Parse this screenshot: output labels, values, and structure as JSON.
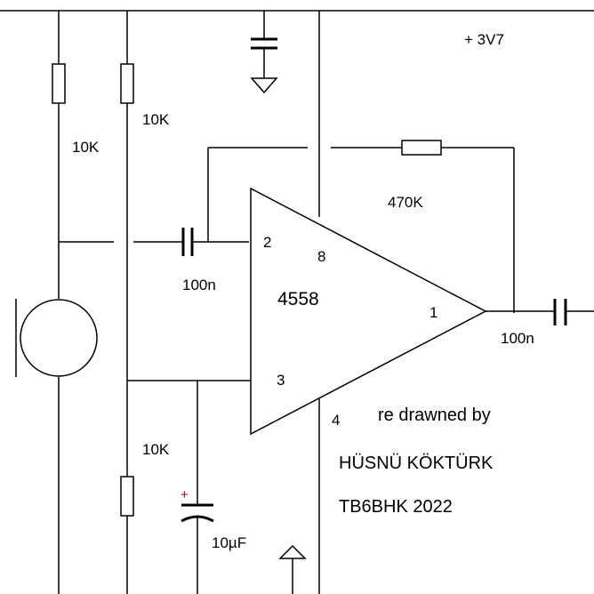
{
  "supply": {
    "label": "+ 3V7"
  },
  "resistors": {
    "r_mic_bias": "10K",
    "r_divider_top": "10K",
    "r_divider_bottom": "10K",
    "r_feedback": "470K"
  },
  "capacitors": {
    "c_input": "100n",
    "c_output": "100n",
    "c_filter": "10µF",
    "c_filter_polarity": "+"
  },
  "opamp": {
    "part": "4558",
    "pins": {
      "inverting": "2",
      "non_inverting": "3",
      "output": "1",
      "vcc": "8",
      "gnd": "4"
    }
  },
  "credits": {
    "line1": "re drawned by",
    "line2": "HÜSNÜ KÖKTÜRK",
    "line3": "TB6BHK  2022"
  },
  "colors": {
    "wire": "#000000",
    "polarity_mark": "#c00000",
    "background": "#ffffff"
  }
}
